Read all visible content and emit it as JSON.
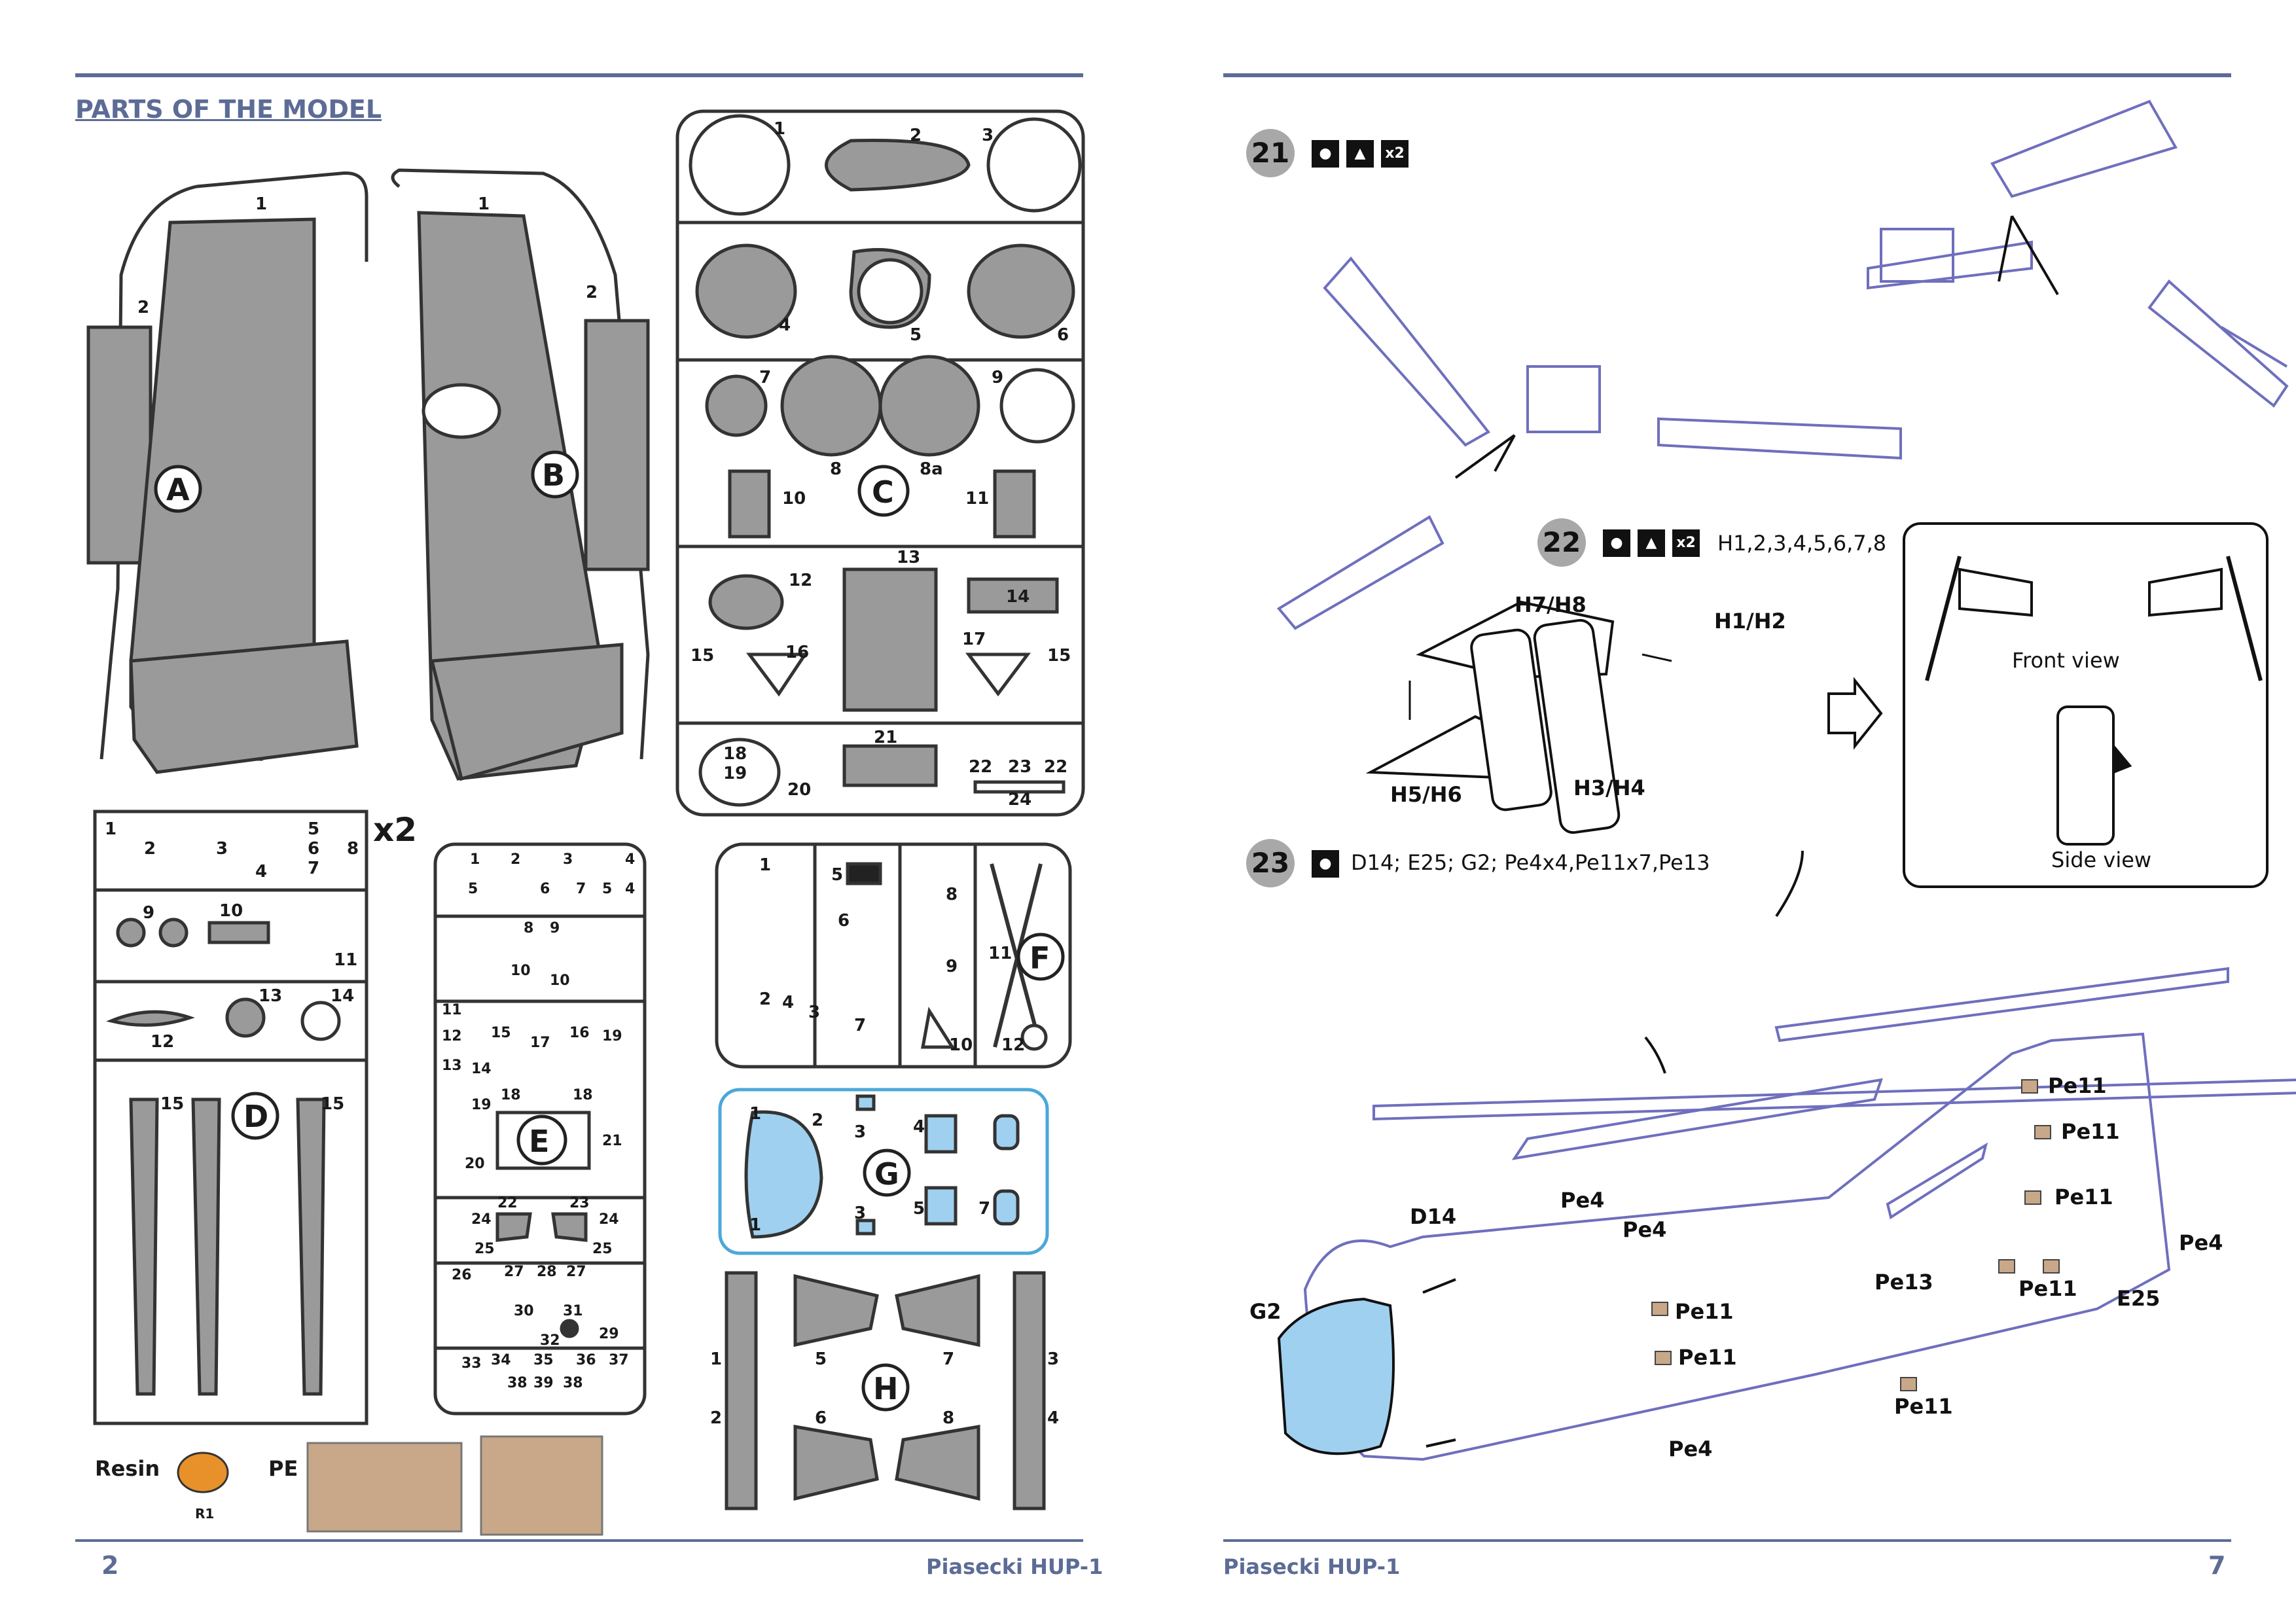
{
  "left_page": {
    "section_title": "PARTS OF THE MODEL",
    "page_number": "2",
    "footer_title": "Piasecki HUP-1",
    "sprues": {
      "A": {
        "letter": "A",
        "parts": [
          "1",
          "2"
        ]
      },
      "B": {
        "letter": "B",
        "parts": [
          "1",
          "2"
        ]
      },
      "C": {
        "letter": "C",
        "parts": [
          "1",
          "2",
          "3",
          "4",
          "5",
          "6",
          "7",
          "8",
          "8a",
          "9",
          "10",
          "11",
          "12",
          "13",
          "14",
          "15",
          "16",
          "17",
          "15",
          "18",
          "19",
          "20",
          "21",
          "22",
          "23",
          "22",
          "24"
        ]
      },
      "D": {
        "letter": "D",
        "multiplier": "x2",
        "parts": [
          "1",
          "2",
          "3",
          "4",
          "5",
          "6",
          "7",
          "8",
          "9",
          "10",
          "11",
          "12",
          "13",
          "14",
          "15",
          "15"
        ]
      },
      "E": {
        "letter": "E",
        "parts": [
          "1",
          "2",
          "3",
          "4",
          "5",
          "6",
          "7",
          "5",
          "4",
          "8",
          "9",
          "10",
          "10",
          "11",
          "12",
          "13",
          "14",
          "15",
          "16",
          "17",
          "18",
          "18",
          "19",
          "20",
          "21",
          "22",
          "23",
          "24",
          "24",
          "25",
          "25",
          "26",
          "27",
          "28",
          "27",
          "29",
          "30",
          "31",
          "32",
          "33",
          "34",
          "35",
          "36",
          "37",
          "38",
          "39",
          "38"
        ]
      },
      "F": {
        "letter": "F",
        "parts": [
          "1",
          "2",
          "3",
          "4",
          "5",
          "6",
          "7",
          "8",
          "9",
          "10",
          "11",
          "12"
        ]
      },
      "G": {
        "letter": "G",
        "parts": [
          "1",
          "2",
          "3",
          "4",
          "5",
          "1",
          "3",
          "7"
        ]
      },
      "H": {
        "letter": "H",
        "parts": [
          "1",
          "2",
          "3",
          "4",
          "5",
          "6",
          "7",
          "8"
        ]
      }
    },
    "resin": {
      "label": "Resin",
      "part": "R1"
    },
    "pe": {
      "label": "PE"
    }
  },
  "right_page": {
    "page_number": "7",
    "footer_title": "Piasecki HUP-1",
    "steps": [
      {
        "number": "21",
        "icons": [
          "glue",
          "paint",
          "x2"
        ],
        "text": ""
      },
      {
        "number": "22",
        "icons": [
          "glue",
          "paint",
          "x2"
        ],
        "text": "H1,2,3,4,5,6,7,8",
        "callouts": [
          "H7/H8",
          "H1/H2",
          "H5/H6",
          "H3/H4"
        ],
        "views": {
          "front": "Front view",
          "side": "Side view"
        }
      },
      {
        "number": "23",
        "icons": [
          "glue"
        ],
        "text": "D14; E25; G2; Pe4x4,Pe11x7,Pe13",
        "callouts": [
          "D14",
          "Pe4",
          "Pe4",
          "G2",
          "Pe11",
          "Pe11",
          "Pe11",
          "Pe11",
          "Pe11",
          "Pe11",
          "Pe11",
          "Pe13",
          "Pe4",
          "Pe4",
          "E25"
        ]
      }
    ]
  },
  "colors": {
    "accent": "#5c6c96",
    "sprue_grey": "#9a9a9a",
    "clear_part": "#9fd0ef",
    "diagram_line": "#6f6fbe",
    "pe_brass": "#c8a888",
    "resin_orange": "#e8902a"
  }
}
